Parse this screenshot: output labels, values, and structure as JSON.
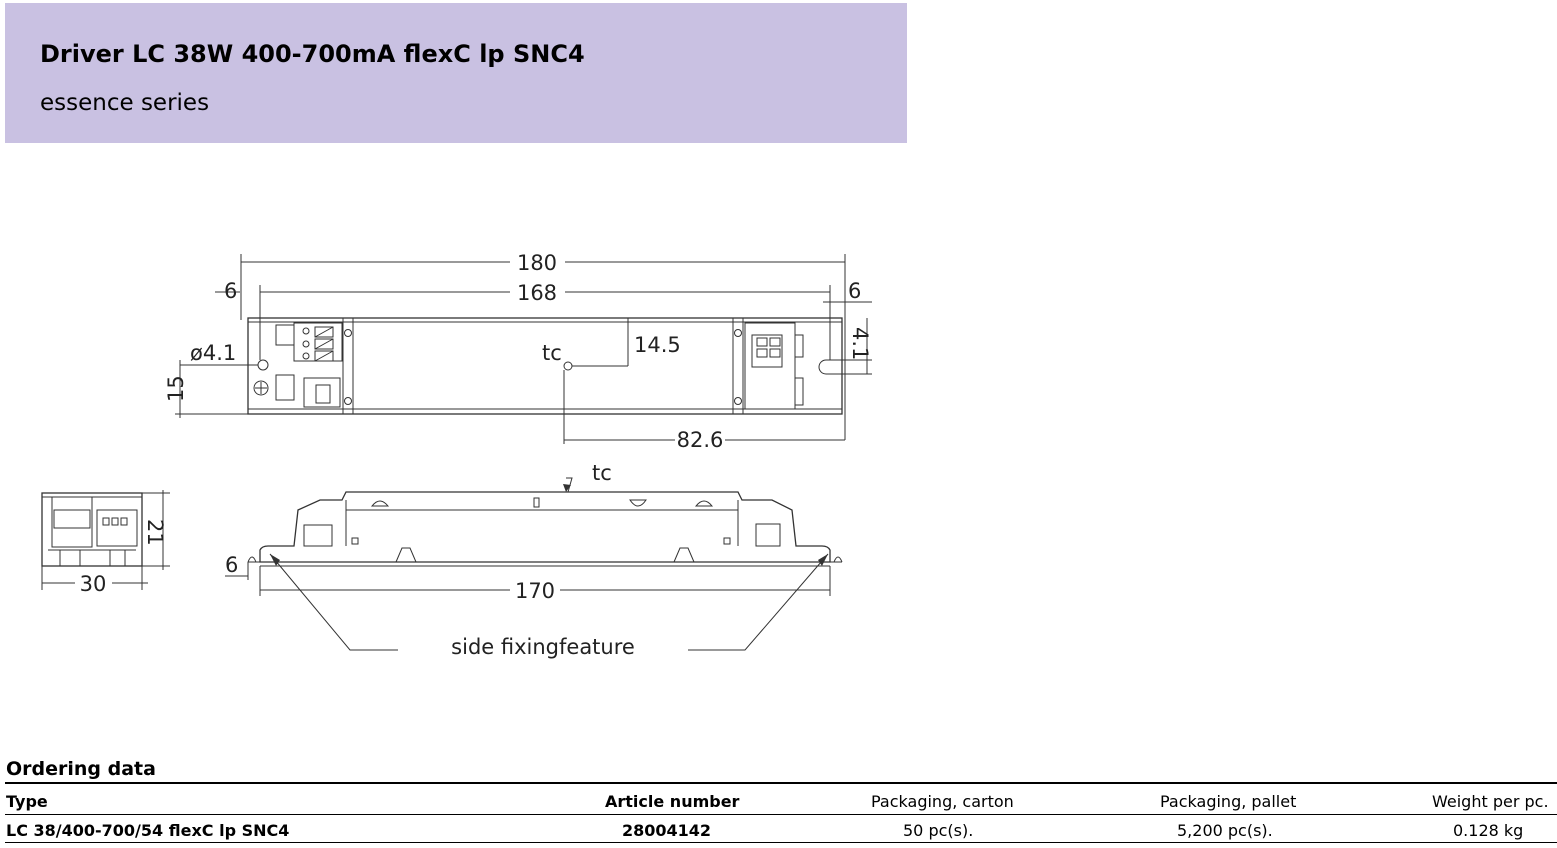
{
  "header": {
    "title": "Driver LC 38W 400-700mA flexC lp SNC4",
    "subtitle": "essence series",
    "background_color": "#c9c1e2"
  },
  "drawing": {
    "dim_180": "180",
    "dim_168": "168",
    "dim_6_left": "6",
    "dim_6_right": "6",
    "dim_hole": "ø4.1",
    "dim_15": "15",
    "dim_14_5": "14.5",
    "dim_4_1": "4.1",
    "dim_82_6": "82.6",
    "label_tc_top": "tc",
    "label_tc_side": "tc",
    "dim_21": "21",
    "dim_30": "30",
    "dim_6_side": "6",
    "dim_170": "170",
    "label_side_fixing": "side fixingfeature"
  },
  "ordering": {
    "section_title": "Ordering data",
    "columns": {
      "type": "Type",
      "article": "Article number",
      "carton": "Packaging, carton",
      "pallet": "Packaging, pallet",
      "weight": "Weight per pc."
    },
    "row": {
      "type": "LC 38/400-700/54 flexC lp SNC4",
      "article": "28004142",
      "carton": "50 pc(s).",
      "pallet": "5,200 pc(s).",
      "weight": "0.128 kg"
    }
  }
}
